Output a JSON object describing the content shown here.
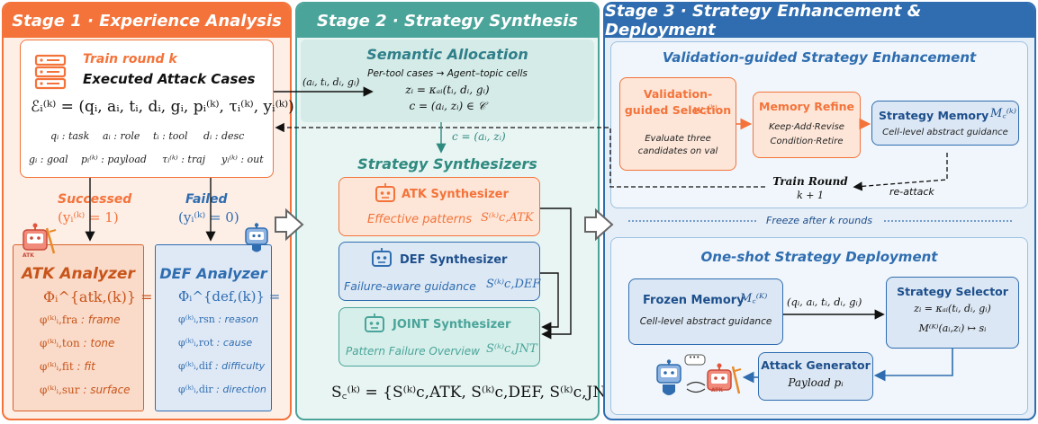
{
  "stage1": {
    "title": "Stage 1 · Experience Analysis",
    "train_round": "Train round k",
    "executed_cases": "Executed Attack Cases",
    "formula": "ℰᵢ⁽ᵏ⁾ = (qᵢ, aᵢ, tᵢ, dᵢ, gᵢ, pᵢ⁽ᵏ⁾, τᵢ⁽ᵏ⁾, yᵢ⁽ᵏ⁾)",
    "legend_row1": [
      "qᵢ : task",
      "aᵢ : role",
      "tᵢ : tool",
      "dᵢ : desc"
    ],
    "legend_row2": [
      "gᵢ : goal",
      "pᵢ⁽ᵏ⁾ : payload",
      "τᵢ⁽ᵏ⁾ : traj",
      "yᵢ⁽ᵏ⁾ : out"
    ],
    "successed": "Successed",
    "successed_cond": "(yᵢ⁽ᵏ⁾ = 1)",
    "failed": "Failed",
    "failed_cond": "(yᵢ⁽ᵏ⁾ = 0)",
    "atk_badge": "ATK",
    "atk_analyzer": {
      "title": "ATK Analyzer",
      "formula": "Φᵢ^{atk,(k)} =",
      "items": [
        {
          "sym": "φ⁽ᵏ⁾ᵢ,fra",
          "label": " : frame"
        },
        {
          "sym": "φ⁽ᵏ⁾ᵢ,ton",
          "label": " : tone"
        },
        {
          "sym": "φ⁽ᵏ⁾ᵢ,fit",
          "label": " : fit"
        },
        {
          "sym": "φ⁽ᵏ⁾ᵢ,sur",
          "label": " : surface"
        }
      ]
    },
    "def_analyzer": {
      "title": "DEF Analyzer",
      "formula": "Φᵢ^{def,(k)} =",
      "items": [
        {
          "sym": "φ⁽ᵏ⁾ᵢ,rsn",
          "label": " : reason"
        },
        {
          "sym": "φ⁽ᵏ⁾ᵢ,rot",
          "label": " : cause"
        },
        {
          "sym": "φ⁽ᵏ⁾ᵢ,dif",
          "label": " : difficulty"
        },
        {
          "sym": "φ⁽ᵏ⁾ᵢ,dir",
          "label": " : direction"
        }
      ]
    }
  },
  "stage2": {
    "title": "Stage 2 · Strategy Synthesis",
    "semantic_title": "Semantic Allocation",
    "semantic_sub": "Per-tool cases → Agent–topic cells",
    "semantic_f1": "zᵢ = κₐᵢ(tᵢ, dᵢ, gᵢ)",
    "semantic_f2": "c = (aᵢ, zᵢ) ∈ 𝒞",
    "input_label": "(aᵢ, tᵢ, dᵢ, gᵢ)",
    "cell_label": "c = (aᵢ, zᵢ)",
    "synth_title": "Strategy Synthesizers",
    "atk_synth": {
      "title": "ATK Synthesizer",
      "desc": "Effective patterns",
      "sym": "S⁽ᵏ⁾c,ATK"
    },
    "def_synth": {
      "title": "DEF Synthesizer",
      "desc": "Failure-aware guidance",
      "sym": "S⁽ᵏ⁾c,DEF"
    },
    "joint_synth": {
      "title": "JOINT Synthesizer",
      "desc": "Pattern Failure Overview",
      "sym": "S⁽ᵏ⁾c,JNT"
    },
    "set_formula": "S꜀⁽ᵏ⁾ = {S⁽ᵏ⁾c,ATK, S⁽ᵏ⁾c,DEF, S⁽ᵏ⁾c,JNT}"
  },
  "stage3": {
    "title": "Stage 3 · Strategy Enhancement & Deployment",
    "enh_title": "Validation-guided Strategy Enhancement",
    "val_sel_title": "Validation-guided Selection",
    "val_sel_sym": "w꜀⁽ᵏ⁾",
    "val_sel_desc": "Evaluate three candidates on val",
    "mem_refine_title": "Memory Refine",
    "mem_refine_desc1": "Keep·Add·Revise",
    "mem_refine_desc2": "Condition·Retire",
    "strat_mem_title": "Strategy Memory",
    "strat_mem_sym": "M꜀⁽ᵏ⁾",
    "strat_mem_desc": "Cell-level abstract guidance",
    "train_round_next": "Train Round",
    "train_round_k1": "k + 1",
    "re_attack": "re-attack",
    "freeze": "Freeze after k rounds",
    "deploy_title": "One-shot Strategy Deployment",
    "frozen_title": "Frozen Memory",
    "frozen_sym": "M꜀⁽ᴷ⁾",
    "frozen_desc": "Cell-level abstract guidance",
    "tuple_label": "(qᵢ, aᵢ, tᵢ, dᵢ, gᵢ)",
    "selector_title": "Strategy Selector",
    "selector_f1": "zᵢ = κₐᵢ(tᵢ, dᵢ, gᵢ)",
    "selector_f2": "M⁽ᴷ⁾(aᵢ,zᵢ) ↦ sᵢ",
    "gen_title": "Attack Generator",
    "gen_desc": "Payload pᵢ",
    "atk_badge": "ATK",
    "dots": "•••"
  },
  "colors": {
    "orange": "#f4733a",
    "orange_dark": "#c8541a",
    "teal": "#4aa49a",
    "teal_dark": "#2f8a80",
    "blue": "#2f6db0",
    "blue_dark": "#1d4f8c"
  }
}
